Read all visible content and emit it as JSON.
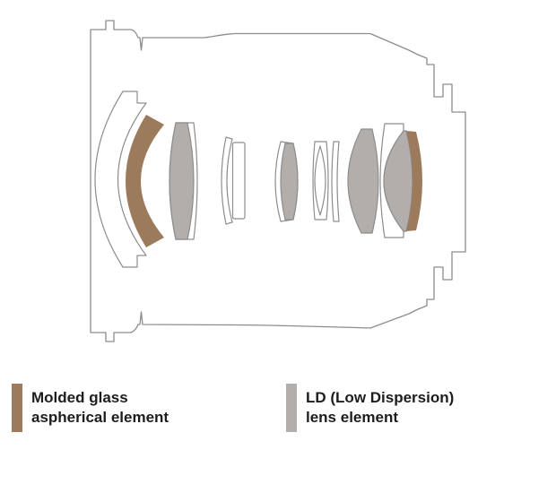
{
  "colors": {
    "aspherical": "#9C7B5D",
    "ld": "#B1AEAB",
    "clear": "#FFFFFF",
    "outline": "#8D8D8D",
    "text": "#1D1D1B",
    "background": "#FFFFFF"
  },
  "diagram": {
    "elements": [
      {
        "id": "element-1",
        "type": "clear"
      },
      {
        "id": "element-2",
        "type": "aspherical"
      },
      {
        "id": "element-3",
        "type": "ld"
      },
      {
        "id": "element-4",
        "type": "clear"
      },
      {
        "id": "element-5",
        "type": "clear"
      },
      {
        "id": "element-6",
        "type": "ld"
      },
      {
        "id": "element-7",
        "type": "clear"
      },
      {
        "id": "element-8",
        "type": "clear"
      },
      {
        "id": "element-9",
        "type": "ld"
      },
      {
        "id": "element-10",
        "type": "clear"
      },
      {
        "id": "element-11",
        "type": "ld"
      },
      {
        "id": "element-12",
        "type": "aspherical"
      }
    ]
  },
  "legend": {
    "items": [
      {
        "swatch": "aspherical",
        "line1": "Molded glass",
        "line2": "aspherical element"
      },
      {
        "swatch": "ld",
        "line1": "LD (Low Dispersion)",
        "line2": "lens element"
      }
    ]
  }
}
